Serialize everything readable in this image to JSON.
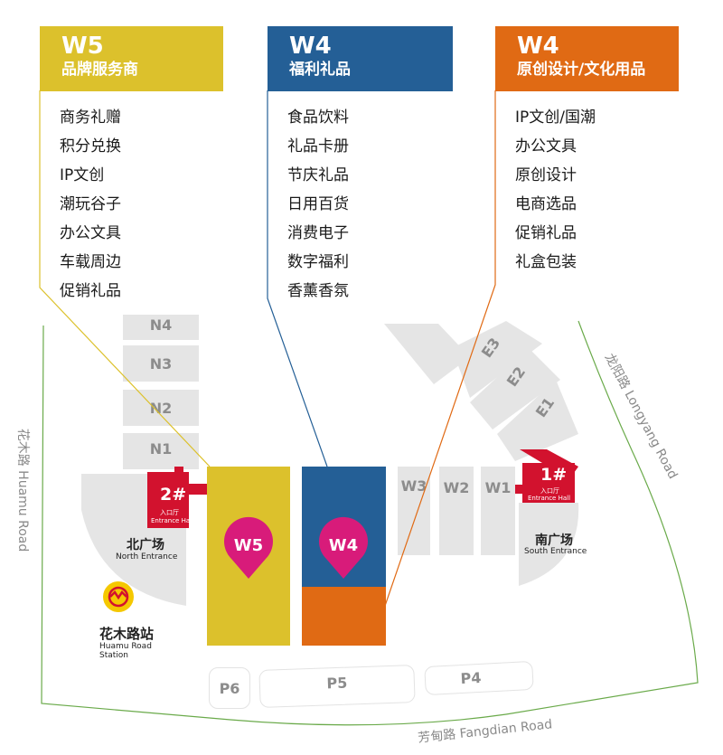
{
  "categories": [
    {
      "code": "W5",
      "title": "品牌服务商",
      "color": "#dcc12c",
      "items": [
        "商务礼赠",
        "积分兑换",
        "IP文创",
        "潮玩谷子",
        "办公文具",
        "车载周边",
        "促销礼品"
      ]
    },
    {
      "code": "W4",
      "title": "福利礼品",
      "color": "#245f96",
      "items": [
        "食品饮料",
        "礼品卡册",
        "节庆礼品",
        "日用百货",
        "消费电子",
        "数字福利",
        "香薰香氛"
      ]
    },
    {
      "code": "W4",
      "title": "原创设计/文化用品",
      "color": "#e06a14",
      "items": [
        "IP文创/国潮",
        "办公文具",
        "原创设计",
        "电商选品",
        "促销礼品",
        "礼盒包装"
      ]
    }
  ],
  "map": {
    "north_halls": [
      "N4",
      "N3",
      "N2",
      "N1"
    ],
    "east_halls": [
      "E3",
      "E2",
      "E1"
    ],
    "west_halls": [
      "W3",
      "W2",
      "W1"
    ],
    "pins": [
      {
        "label": "W5",
        "color": "#d81b7a"
      },
      {
        "label": "W4",
        "color": "#d81b7a"
      }
    ],
    "entrance_2": {
      "number": "2#",
      "cn": "入口厅",
      "en": "Entrance Hall"
    },
    "entrance_1": {
      "number": "1#",
      "cn": "入口厅",
      "en": "Entrance Hall"
    },
    "north_plaza": {
      "cn": "北广场",
      "en": "North Entrance"
    },
    "south_plaza": {
      "cn": "南广场",
      "en": "South Entrance"
    },
    "station": {
      "cn": "花木路站",
      "en_line1": "Huamu Road",
      "en_line2": "Station"
    },
    "parking": [
      "P6",
      "P5",
      "P4"
    ],
    "roads": {
      "huamu": "花木路  Huamu Road",
      "longyang": "龙阳路  Longyang Road",
      "fangdian": "芳甸路  Fangdian Road"
    },
    "colors": {
      "road": "#6aaa4a",
      "hall": "#e5e5e5",
      "entrance": "#d2122e",
      "metro": "#f5c800"
    }
  }
}
